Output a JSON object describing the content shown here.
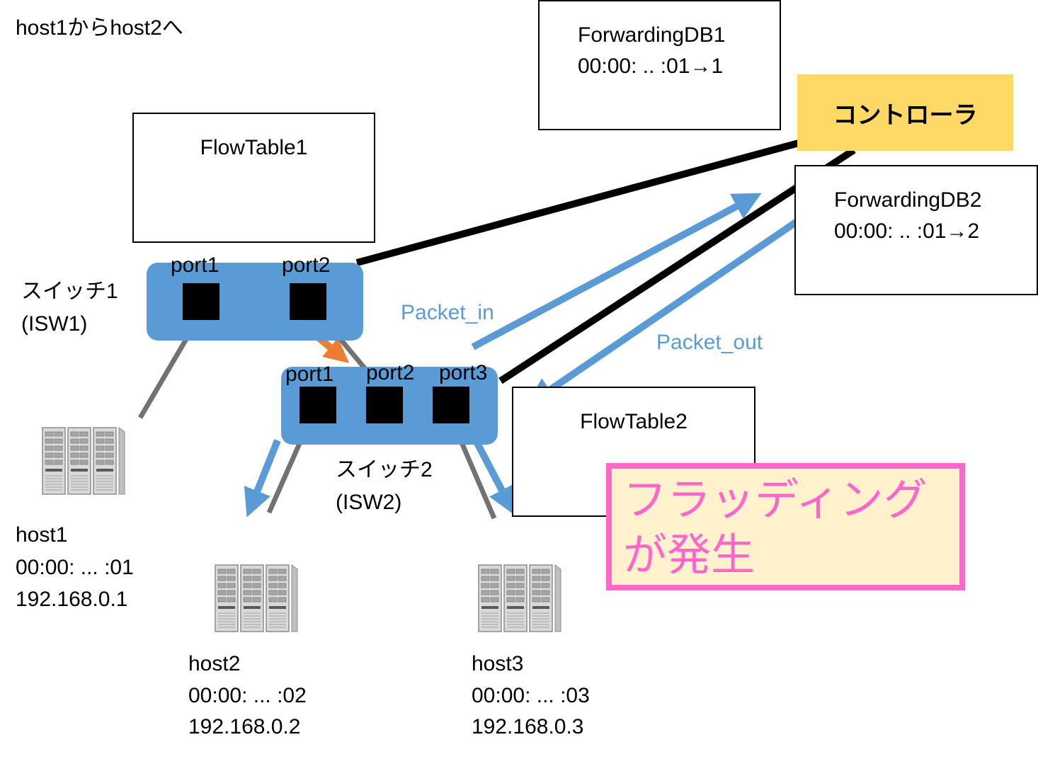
{
  "title": "host1からhost2へ",
  "forwarding_db1": {
    "label": "ForwardingDB1",
    "entry": "00:00: .. :01→1"
  },
  "forwarding_db2": {
    "label": "ForwardingDB2",
    "entry": "00:00: .. :01→2"
  },
  "flow_table1": {
    "label": "FlowTable1"
  },
  "flow_table2": {
    "label": "FlowTable2"
  },
  "controller": {
    "label": "コントローラ"
  },
  "switch1": {
    "name": "スイッチ1",
    "id": "(ISW1)",
    "ports": [
      "port1",
      "port2"
    ]
  },
  "switch2": {
    "name": "スイッチ2",
    "id": "(ISW2)",
    "ports": [
      "port1",
      "port2",
      "port3"
    ]
  },
  "messages": {
    "packet_in": "Packet_in",
    "packet_out": "Packet_out"
  },
  "callout": {
    "text": "フラッディング\nが発生"
  },
  "hosts": [
    {
      "name": "host1",
      "mac": "00:00: ... :01",
      "ip": "192.168.0.1"
    },
    {
      "name": "host2",
      "mac": "00:00: ... :02",
      "ip": "192.168.0.2"
    },
    {
      "name": "host3",
      "mac": "00:00: ... :03",
      "ip": "192.168.0.3"
    }
  ],
  "colors": {
    "switch_fill": "#5b9bd5",
    "flow_arrow": "#5b9bd5",
    "forward_arrow": "#ed7d31",
    "link": "#767171",
    "control_link": "#000000",
    "controller_fill": "#ffd966",
    "callout_border": "#ff66cc",
    "callout_fill": "#fff2cc",
    "callout_text": "#ff66cc",
    "message_text": "#5b9bd5"
  },
  "icons": {
    "host": "server-rack-icon"
  }
}
